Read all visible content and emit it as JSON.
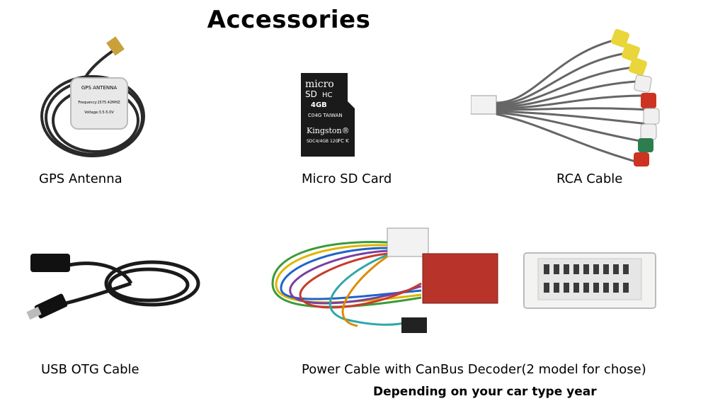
{
  "title": "Accessories",
  "items": [
    {
      "label": "GPS Antenna",
      "image_icon": "gps-antenna",
      "text": [
        "GPS ANTENNA",
        "Frequency:1575.42MHZ",
        "Voltage:3.5-5.0V"
      ]
    },
    {
      "label": "Micro SD Card",
      "image_icon": "micro-sd-card",
      "text": [
        "micro",
        "SD",
        "HC",
        "4GB",
        "C04G TAIWAN",
        "Kingston®",
        "SDC4/4GB 12G",
        "FC K"
      ]
    },
    {
      "label": "RCA Cable",
      "image_icon": "rca-cable"
    },
    {
      "label": "USB OTG Cable",
      "image_icon": "usb-otg-cable"
    },
    {
      "label": "Power Cable with CanBus Decoder(2 model for chose)",
      "image_icon": "power-cable-canbus-decoder"
    }
  ],
  "note": "Depending on your car type year",
  "colors": {
    "background": "#ffffff",
    "text": "#000000"
  }
}
